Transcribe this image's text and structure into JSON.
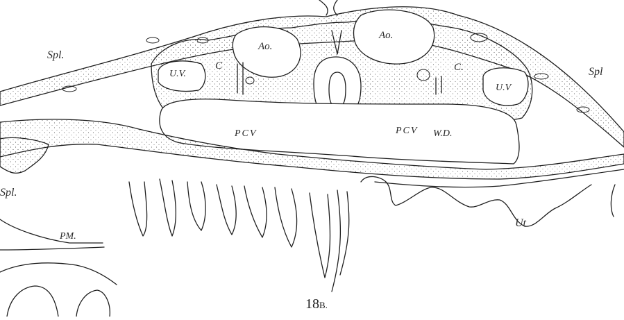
{
  "figure": {
    "caption_number": "18",
    "caption_letter": "B.",
    "labels": {
      "spl_left": "Spl.",
      "spl_right": "Spl",
      "spl_lower": "Spl.",
      "ao_left": "Ao.",
      "ao_right": "Ao.",
      "uv_left": "U.V.",
      "uv_right": "U.V",
      "c_left": "C",
      "c_right": "C.",
      "pcv_left": "PCV",
      "pcv_right": "PCV",
      "wd": "W.D.",
      "pm": "PM.",
      "ut": "Ut"
    }
  }
}
